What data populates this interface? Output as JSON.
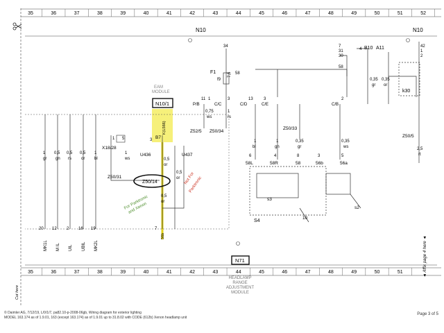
{
  "ruler_top": [
    "35",
    "36",
    "37",
    "38",
    "39",
    "40",
    "41",
    "42",
    "43",
    "44",
    "45",
    "46",
    "47",
    "48",
    "49",
    "50",
    "51",
    "52"
  ],
  "ruler_bottom": [
    "35",
    "36",
    "37",
    "38",
    "39",
    "40",
    "41",
    "42",
    "43",
    "44",
    "45",
    "46",
    "47",
    "48",
    "49",
    "50",
    "51"
  ],
  "modules": {
    "n10_left": "N10",
    "n10_right": "N10",
    "n10_1": "N10/1",
    "n71": "N71",
    "eam_line1": "EAM",
    "eam_line2": "MODULE",
    "headlamp_line1": "HEADLAMP",
    "headlamp_line2": "RANGE",
    "headlamp_line3": "ADJUSTMENT",
    "headlamp_line4": "MODULE",
    "k30": "k30",
    "s4": "S4"
  },
  "labels": {
    "n34": "34",
    "f1": "F1",
    "f9": "f9",
    "n58top": "58",
    "n7_5": "7,5",
    "n7": "7",
    "n31": "31",
    "n30": "30",
    "n58r": "58",
    "b10": "B10",
    "a11": "A11",
    "n4": "4",
    "n42": "42",
    "n1": "1",
    "n2": "2",
    "g035a": "0,35",
    "g035a_c": "gr",
    "g035b": "0,35",
    "g035b_c": "or",
    "n11": "11",
    "pb": "P/B",
    "n1b": "1",
    "cc": "C/C",
    "n3a": "3",
    "n13": "13",
    "n3b": "3",
    "n2b": "2",
    "cd": "C/D",
    "ce": "C/E",
    "cb": "C/B",
    "w075": "0,75",
    "w075_c": "ws",
    "w1": "1",
    "w1_c": "rs",
    "z52_5": "Z52/5",
    "z50_34": "Z50/34",
    "z50_33": "Z50/33",
    "z50_5": "Z50/5",
    "x18": "X18/28",
    "n1c": "1",
    "n5": "5",
    "k_left": "K(L566)",
    "b7": "B7",
    "n3c": "3",
    "u436": "U436",
    "u437": "U437",
    "w05a": "0,5",
    "w05a_c": "or",
    "w05b": "0,5",
    "w05b_c": "or",
    "w05c": "0,5",
    "w05c_c": "or",
    "z50_14": "Z50/14",
    "z50_31": "Z50/31",
    "parktronic1": "For Parktronic",
    "parktronic2": "and Xenon",
    "notpark1": "Not For",
    "notpark2": "Parktronic",
    "n7b": "7",
    "n56b": "56b",
    "ls_1gr": "1",
    "ls_1gr_c": "gr",
    "ls_05gn": "0,5",
    "ls_05gn_c": "gn",
    "ls_05rs": "0,5",
    "ls_05rs_c": "rs",
    "ls_05or": "0,5",
    "ls_05or_c": "or",
    "ls_1bl": "1",
    "ls_1bl_c": "bl",
    "ls_1ws": "1",
    "ls_1ws_c": "ws",
    "pin20": "20",
    "pin12": "12",
    "pin2": "2",
    "pin16": "16",
    "pin19": "19",
    "sig1": "MK1L",
    "sig2": "M IL",
    "sig3": "UIL",
    "sig4": "UBIL",
    "sig5": "MK2L",
    "r_1bl": "1",
    "r_1bl_c": "bl",
    "r_1gn": "1",
    "r_1gn_c": "gn",
    "r_035gr": "0,35",
    "r_035gr_c": "gr",
    "r_035ws": "0,35",
    "r_035ws_c": "ws",
    "r_25": "2,5",
    "r_25_c": "rt",
    "p6": "6",
    "p4": "4",
    "p8": "8",
    "p3": "3",
    "p5": "5",
    "t58l": "58L",
    "t58r": "58R",
    "t58": "58",
    "t56b": "56b",
    "t56a": "56a",
    "s3": "s3",
    "s2": "s2",
    "n10b": "10",
    "arrow_note": "◄ Affix page 4 here ◄",
    "cut_note": "Cut here"
  },
  "footer": {
    "line1": "© Daimler AG, 7/12/19, L/0/1/7, pa82.10-p-2008-06gb, Wiring diagram for exterior lighting",
    "line2": "MODEL 163.174 as of 1.9.01, 163 (except 163.174) as of 1.9.01 up to 31.8.02 with CODE (612b) Xenon headlamp unit",
    "page": "Page 3 of 5"
  },
  "colors": {
    "line": "#333333",
    "highlight": "#f6f07a",
    "highlight_line": "#e2d21a",
    "green_note": "#4f8f2e",
    "red_note": "#cc3322"
  }
}
